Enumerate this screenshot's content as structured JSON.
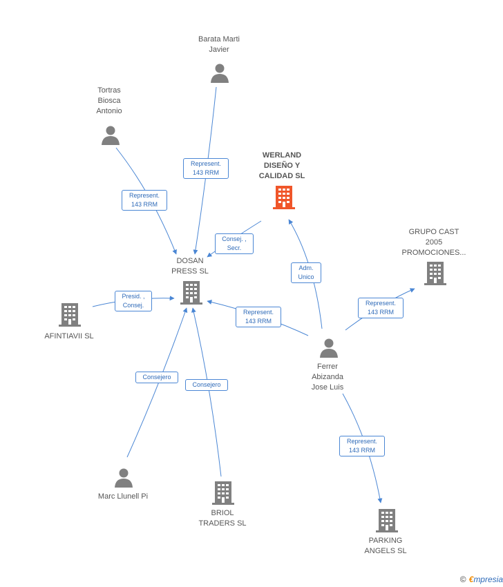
{
  "colors": {
    "link": "#4a86d4",
    "node": "#808080",
    "main": "#f0562a"
  },
  "nodes": {
    "barata": {
      "label": "Barata Marti\nJavier",
      "icon": "person-icon"
    },
    "tortras": {
      "label": "Tortras\nBiosca\nAntonio",
      "icon": "person-icon"
    },
    "werland": {
      "label": "WERLAND\nDISEÑO Y\nCALIDAD SL",
      "icon": "building-icon"
    },
    "grupo": {
      "label": "GRUPO CAST\n2005\nPROMOCIONES...",
      "icon": "building-icon"
    },
    "dosan": {
      "label": "DOSAN\nPRESS SL",
      "icon": "building-icon"
    },
    "afintia": {
      "label": "AFINTIAVII SL",
      "icon": "building-icon"
    },
    "ferrer": {
      "label": "Ferrer\nAbizanda\nJose Luis",
      "icon": "person-icon"
    },
    "marc": {
      "label": "Marc Llunell Pi",
      "icon": "person-icon"
    },
    "briol": {
      "label": "BRIOL\nTRADERS SL",
      "icon": "building-icon"
    },
    "parking": {
      "label": "PARKING\nANGELS SL",
      "icon": "building-icon"
    }
  },
  "relations": {
    "barata_dosan": "Represent.\n143 RRM",
    "tortras_dosan": "Represent.\n143 RRM",
    "werland_dosan": "Consej. ,\nSecr.",
    "afintia_dosan": "Presid. ,\nConsej.",
    "ferrer_dosan": "Represent.\n143 RRM",
    "ferrer_werland": "Adm.\nUnico",
    "ferrer_grupo": "Represent.\n143 RRM",
    "marc_dosan": "Consejero",
    "briol_dosan": "Consejero",
    "ferrer_parking": "Represent.\n143 RRM"
  },
  "footer": {
    "copyright": "©",
    "brand_first": "€",
    "brand_rest": "mpresia"
  }
}
